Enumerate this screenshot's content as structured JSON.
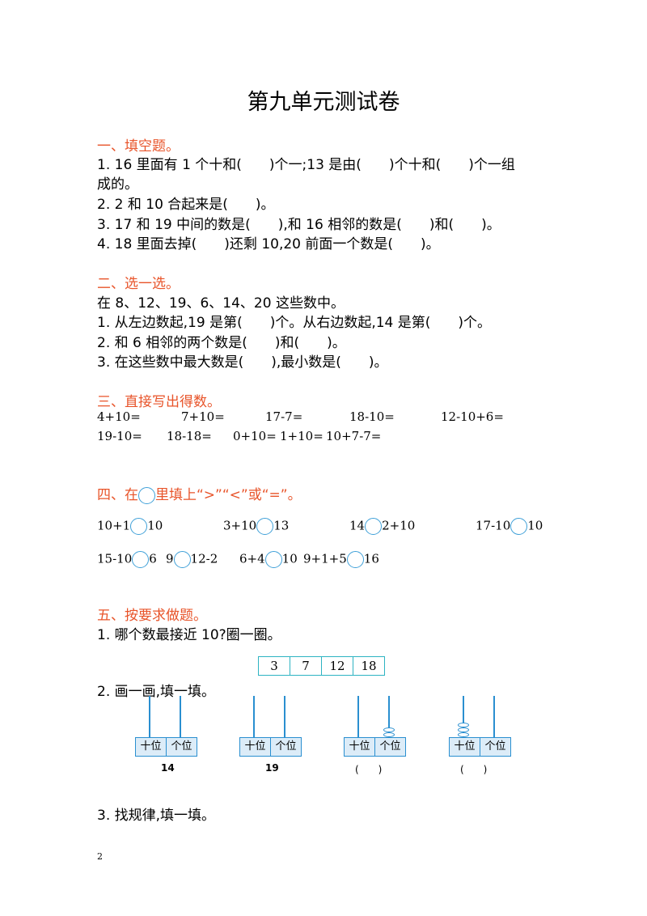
{
  "title": "第九单元测试卷",
  "s1": {
    "heading": "一、填空题。",
    "q1a": "1. 16 里面有 1 个十和(　　)个一;13 是由(　　)个十和(　　)个一组",
    "q1b": "成的。",
    "q2": "2. 2 和 10 合起来是(　　)。",
    "q3": "3. 17 和 19 中间的数是(　　),和 16 相邻的数是(　　)和(　　)。",
    "q4": "4. 18 里面去掉(　　)还剩 10,20 前面一个数是(　　)。"
  },
  "s2": {
    "heading": "二、选一选。",
    "intro": "在 8、12、19、6、14、20 这些数中。",
    "q1": "1. 从左边数起,19 是第(　　)个。从右边数起,14 是第(　　)个。",
    "q2": "2. 和 6 相邻的两个数是(　　)和(　　)。",
    "q3": "3. 在这些数中最大数是(　　),最小数是(　　)。"
  },
  "s3": {
    "heading": "三、直接写出得数。",
    "row1": [
      "4+10=",
      "7+10=",
      "17-7=",
      "18-10=",
      "12-10+6="
    ],
    "row2": [
      "19-10=",
      "18-18=",
      "0+10=",
      "1+10=",
      "10+7-7="
    ]
  },
  "s4": {
    "heading_pre": "四、在",
    "heading_post": "里填上“>”“<”或“=”。",
    "row1": [
      [
        "10+1",
        "10"
      ],
      [
        "3+10",
        "13"
      ],
      [
        "14",
        "2+10"
      ],
      [
        "17-10",
        "10"
      ]
    ],
    "row2": [
      [
        "15-10",
        "6"
      ],
      [
        "9",
        "12-2"
      ],
      [
        "6+4",
        "10"
      ],
      [
        "9+1+5",
        "16"
      ]
    ]
  },
  "s5": {
    "heading": "五、按要求做题。",
    "q1": "1. 哪个数最接近 10?圈一圈。",
    "numbers": [
      "3",
      "7",
      "12",
      "18"
    ],
    "q2": "2. 画一画,填一填。",
    "tens_label": "十位",
    "ones_label": "个位",
    "abacus_labels": [
      "14",
      "19",
      "(　　)",
      "(　　)"
    ],
    "q3": "3. 找规律,填一填。"
  },
  "page_number": "2",
  "colors": {
    "heading": "#e8542a",
    "circle": "#3fa0d8",
    "table_border": "#2db3c2",
    "abacus": "#2a8fd0",
    "abacus_fill": "#dcecf8"
  }
}
